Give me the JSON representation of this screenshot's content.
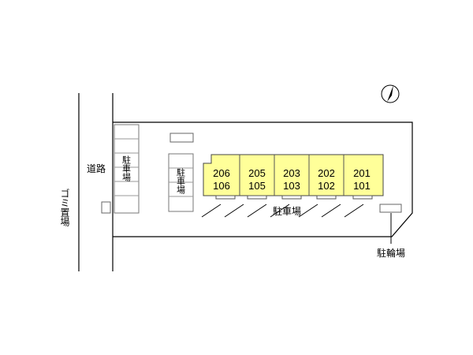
{
  "labels": {
    "road": "道路",
    "garbage": "ゴミ置場",
    "parking_left": "駐車場",
    "parking_mid": "駐車場",
    "parking_bottom": "駐車場",
    "bicycle_parking": "駐輪場"
  },
  "units": [
    {
      "upper": "206",
      "lower": "106"
    },
    {
      "upper": "205",
      "lower": "105"
    },
    {
      "upper": "203",
      "lower": "103"
    },
    {
      "upper": "202",
      "lower": "102"
    },
    {
      "upper": "201",
      "lower": "101"
    }
  ],
  "north_indicator": {
    "icon": "north-arrow-icon"
  },
  "colors": {
    "building_fill": "#ffff99",
    "line": "#000000",
    "parking_stroke": "#666666"
  }
}
